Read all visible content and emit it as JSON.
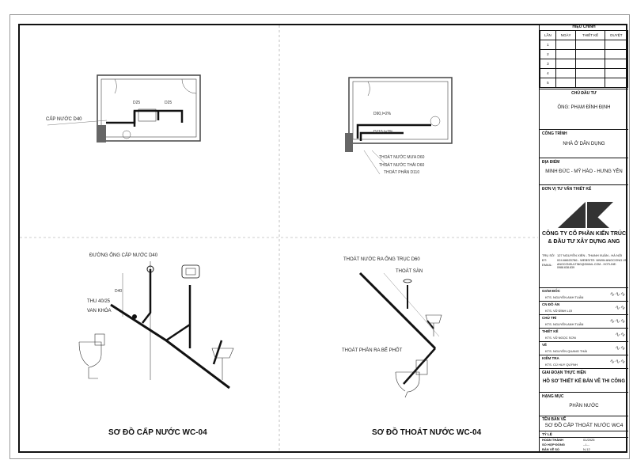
{
  "drawing": {
    "supply_plan_label": "CẤP NƯỚC D40",
    "supply_pipe_d25_a": "D25",
    "supply_pipe_d25_b": "D25",
    "drain_plan_d90": "D90,I=2%",
    "drain_plan_d110": "D110,I=2%",
    "drain_callouts": [
      "THOÁT NƯỚC MƯA D60",
      "THOÁT NƯỚC THẢI D60",
      "THOÁT PHÂN D110"
    ],
    "supply_riser_label": "ĐƯỜNG ỐNG CẤP NƯỚC D40",
    "supply_reducer": "THU 40/25",
    "supply_valve": "VAN KHÓA",
    "supply_d40": "D40",
    "drain_riser_label": "THOÁT NƯỚC RA ỐNG TRỤC D60",
    "drain_floor": "THOÁT SÀN",
    "drain_septic": "THOÁT PHÂN RA BỂ PHỐT",
    "caption_supply": "SƠ ĐỒ CẤP NƯỚC WC-04",
    "caption_drain": "SƠ ĐỒ THOÁT NƯỚC WC-04"
  },
  "title_block": {
    "revision_title": "HIỆU CHỈNH",
    "revision_headers": [
      "LẦN",
      "NGÀY",
      "THIẾT KẾ",
      "DUYỆT"
    ],
    "revision_rows": [
      "1",
      "2",
      "3",
      "4",
      "5"
    ],
    "owner_label": "CHỦ ĐẦU TƯ",
    "owner_name": "ÔNG: PHẠM ĐÌNH ĐỊNH",
    "project_label": "CÔNG TRÌNH",
    "project_name": "NHÀ Ở DÂN DỤNG",
    "location_label": "ĐỊA ĐIỂM",
    "location_name": "MINH ĐỨC - MỸ HÀO - HƯNG YÊN",
    "consultant_label": "ĐƠN VỊ TƯ VẤN THIẾT KẾ",
    "company_line1": "CÔNG TY CỔ PHẦN KIẾN TRÚC",
    "company_line2": "& ĐẦU TƯ XÂY DỰNG ANG",
    "company_info_labels": [
      "TRỤ SỞ:",
      "ĐT:",
      "EMAIL:"
    ],
    "company_info_values": [
      "127 NGUYỄN XIỂN - THANH XUÂN - HÀ NỘI",
      "024.66620786 - WEBSITE: WWW.ANGCONG.VN",
      "ANGCONSULTING@GMAIL.COM - HOTLINE: 0988.638.839"
    ],
    "people": [
      {
        "role": "GIÁM ĐỐC",
        "name": "KTS. NGUYỄN ANH TUẤN"
      },
      {
        "role": "CN ĐỒ ÁN",
        "name": "KTS. VŨ ĐÌNH LỢI"
      },
      {
        "role": "CHỦ TRÌ",
        "name": "KTS. NGUYỄN ANH TUẤN"
      },
      {
        "role": "THIẾT KẾ",
        "name": "KTS. VŨ NGỌC SƠN"
      },
      {
        "role": "VẼ",
        "name": "KTS. NGUYỄN QUANG THÁI"
      },
      {
        "role": "KIỂM TRA",
        "name": "KTS. CÙ HUY QUỲNH"
      }
    ],
    "stage_label": "GIAI ĐOẠN THỰC HIỆN",
    "stage_value": "HỒ SƠ THIẾT KẾ BẢN VẼ THI CÔNG",
    "category_label": "HẠNG MỤC",
    "category_value": "PHẦN NƯỚC",
    "drawing_name_label": "TÊN BẢN VẼ",
    "drawing_name_value": "SƠ ĐỒ CẤP THOÁT NƯỚC WC4",
    "scale_label": "TỶ LỆ",
    "completion_label": "HOÀN THÀNH",
    "completion_value": "01/2025",
    "contract_label": "SỐ HỢP ĐỒNG",
    "contract_value": "--/---",
    "sheet_label": "BẢN VẼ SỐ",
    "sheet_value": "N-12"
  }
}
